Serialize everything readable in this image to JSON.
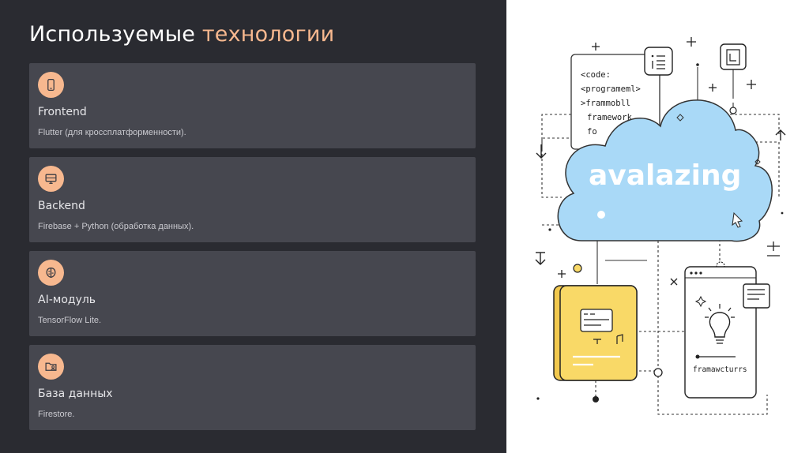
{
  "slide": {
    "title_part1": "Используемые",
    "title_part2": "технологии",
    "accent_color": "#f7b88f",
    "background_color": "#2a2b31",
    "card_color": "#46474f"
  },
  "cards": [
    {
      "title": "Frontend",
      "description": "Flutter (для кроссплатформенности).",
      "icon": "smartphone-icon"
    },
    {
      "title": "Backend",
      "description": "Firebase + Python (обработка данных).",
      "icon": "server-icon"
    },
    {
      "title": "AI-модуль",
      "description": "TensorFlow Lite.",
      "icon": "brain-icon"
    },
    {
      "title": "База данных",
      "description": "Firestore.",
      "icon": "folder-user-icon"
    }
  ],
  "illustration": {
    "cloud_label": "avalazing",
    "code_lines": [
      "<code:",
      "<programeml>",
      ">frammobll",
      "framework",
      "fo"
    ],
    "device_label": "framawcturrs",
    "cloud_color": "#a9d9f7",
    "book_color": "#f9d967"
  }
}
